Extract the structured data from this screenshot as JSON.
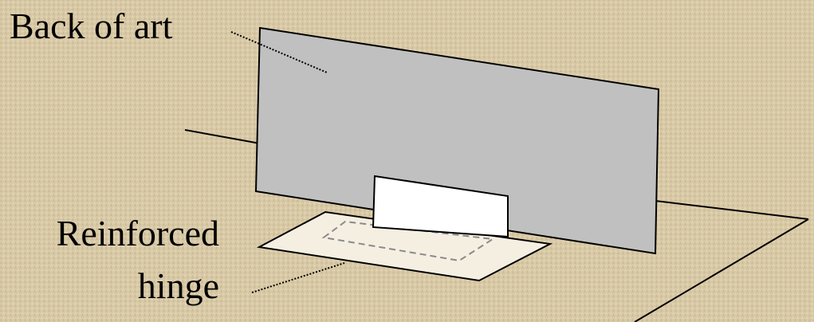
{
  "labels": {
    "back_of_art": "Back of art",
    "reinforced": "Reinforced",
    "hinge": "hinge"
  },
  "colors": {
    "background": "#d8c9a6",
    "background_speckle": "#c7b58f",
    "artwork": "#c0c0c0",
    "hinge_paper": "#f5efe2",
    "tab": "#ffffff",
    "line": "#000000",
    "dashed": "#8a8a8a"
  }
}
